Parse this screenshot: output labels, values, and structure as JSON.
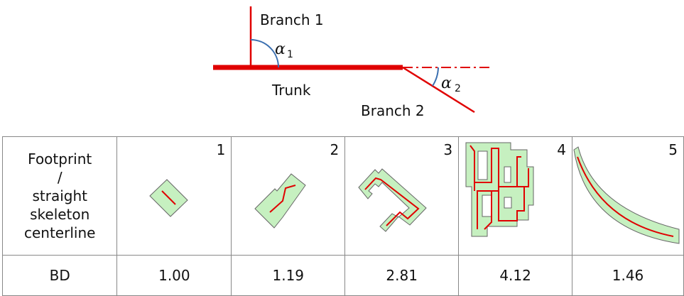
{
  "diagram": {
    "branch1_label": "Branch 1",
    "branch2_label": "Branch 2",
    "trunk_label": "Trunk",
    "alpha1_symbol": "α",
    "alpha1_subscript": "1",
    "alpha2_symbol": "α",
    "alpha2_subscript": "2",
    "colors": {
      "line": "#e00000",
      "arc": "#3a6fb0",
      "fill": "#c6f0c0",
      "outline": "#666666"
    }
  },
  "table": {
    "row1_header_lines": [
      "Footprint",
      "/",
      "straight",
      "skeleton",
      "centerline"
    ],
    "row2_header": "BD",
    "columns": [
      {
        "number": "1",
        "bd": "1.00"
      },
      {
        "number": "2",
        "bd": "1.19"
      },
      {
        "number": "3",
        "bd": "2.81"
      },
      {
        "number": "4",
        "bd": "4.12"
      },
      {
        "number": "5",
        "bd": "1.46"
      }
    ]
  }
}
